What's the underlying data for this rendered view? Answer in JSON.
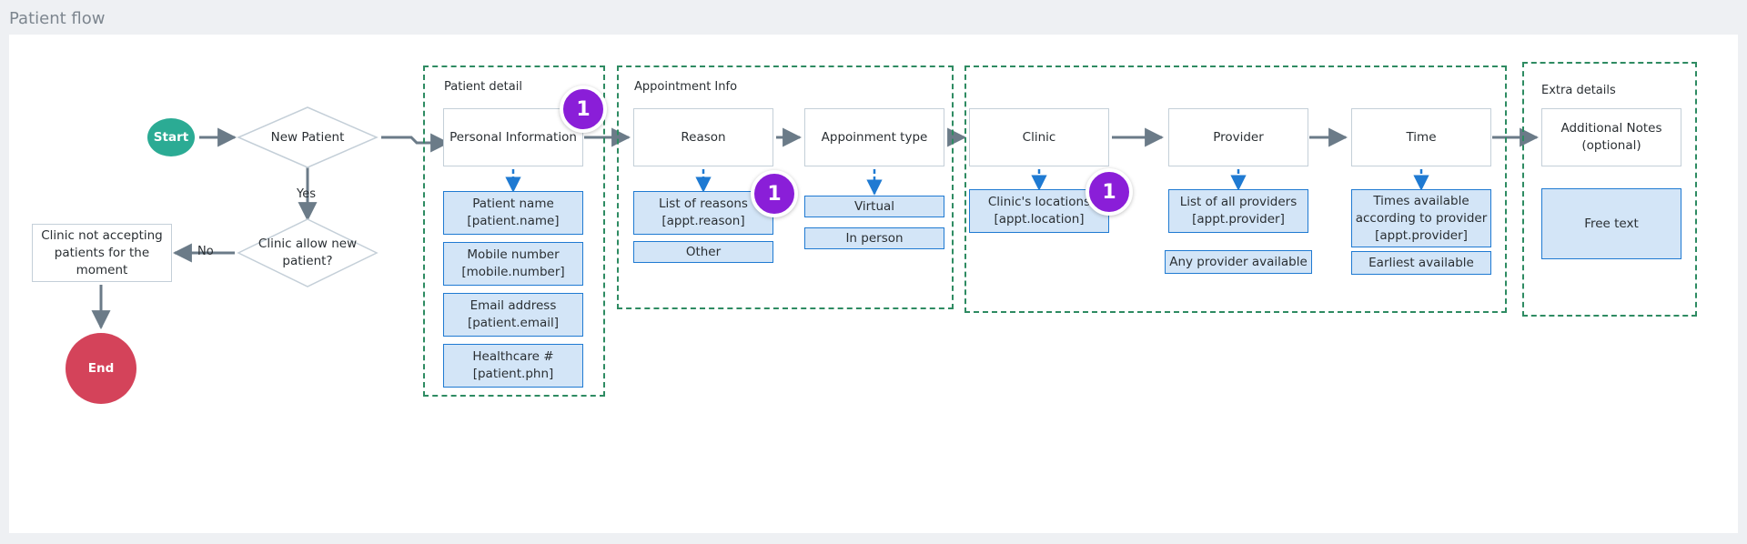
{
  "page": {
    "title": "Patient flow"
  },
  "colors": {
    "start": "#2bab94",
    "end": "#d4435a",
    "group_border": "#2e8b62",
    "field_fill": "#d3e5f7",
    "field_border": "#1f7ad2",
    "arrow": "#6b7b88",
    "badge": "#8a1ed8"
  },
  "flow": {
    "start": "Start",
    "new_patient": "New Patient",
    "yes_label": "Yes",
    "clinic_allow": "Clinic allow new\npatient?",
    "no_label": "No",
    "not_accepting": "Clinic not accepting\npatients for the\nmoment",
    "end": "End"
  },
  "groups": {
    "patient_detail": {
      "label": "Patient detail",
      "step": "Personal Information",
      "fields": [
        "Patient name\n[patient.name]",
        "Mobile number\n[mobile.number]",
        "Email address\n[patient.email]",
        "Healthcare #\n[patient.phn]"
      ]
    },
    "appointment_info": {
      "label": "Appointment Info",
      "reason": {
        "step": "Reason",
        "fields": [
          "List of reasons\n[appt.reason]",
          "Other"
        ]
      },
      "type": {
        "step": "Appoinment type",
        "fields": [
          "Virtual",
          "In person"
        ]
      }
    },
    "scheduling": {
      "clinic": {
        "step": "Clinic",
        "fields": [
          "Clinic's locations\n[appt.location]"
        ]
      },
      "provider": {
        "step": "Provider",
        "fields": [
          "List of all providers\n[appt.provider]",
          "Any provider available"
        ]
      },
      "time": {
        "step": "Time",
        "fields": [
          "Times available\naccording to provider\n[appt.provider]",
          "Earliest available"
        ]
      }
    },
    "extra": {
      "label": "Extra details",
      "step": "Additional Notes\n(optional)",
      "fields": [
        "Free text"
      ]
    }
  },
  "badges": [
    "1",
    "1",
    "1"
  ]
}
